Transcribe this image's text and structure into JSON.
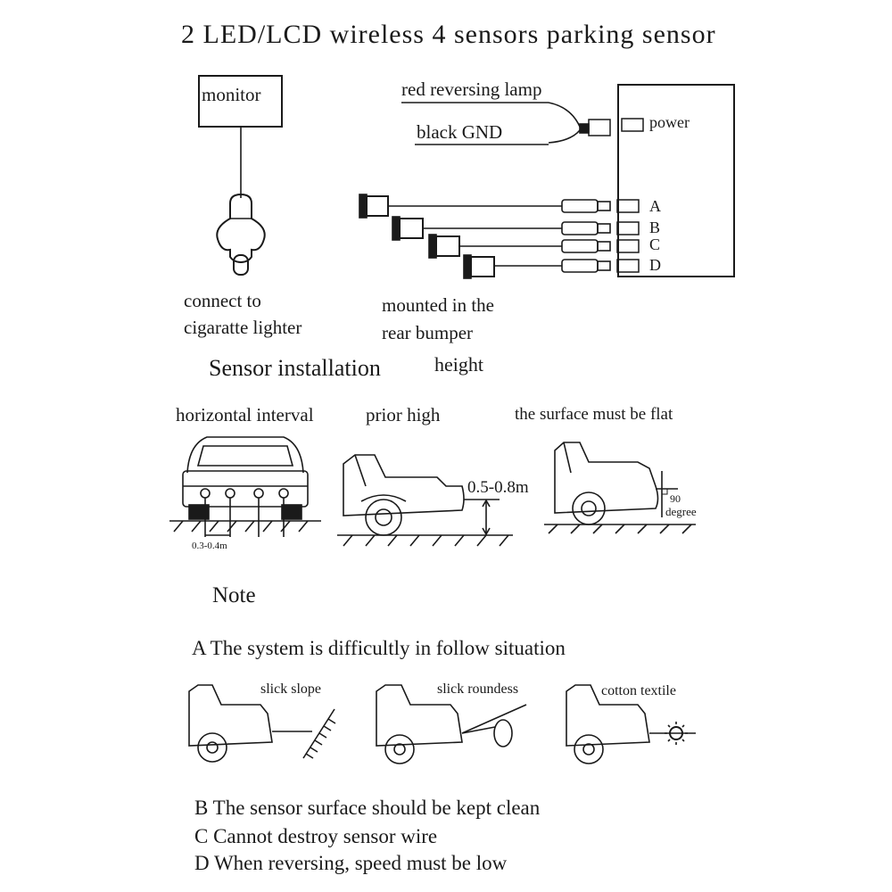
{
  "title": "2 LED/LCD wireless 4 sensors parking sensor",
  "wiring": {
    "monitor_label": "monitor",
    "red_wire": "red  reversing  lamp",
    "black_wire": "black    GND",
    "power_label": "power",
    "ports": [
      "A",
      "B",
      "C",
      "D"
    ],
    "lighter_caption_line1": "connect  to",
    "lighter_caption_line2": "cigaratte lighter",
    "bumper_caption_line1": "mounted   in  the",
    "bumper_caption_line2": "rear  bumper",
    "height_label": "height"
  },
  "installation": {
    "heading": "Sensor installation",
    "panel1_label": "horizontal  interval",
    "panel1_measure": "0.3-0.4m",
    "panel2_label": "prior high",
    "panel2_measure": "0.5-0.8m",
    "panel3_label": "the surface must be flat",
    "panel3_angle": "90",
    "panel3_angle_unit": "degree"
  },
  "note": {
    "heading": "Note",
    "item_a": "A  The  system  is  difficultly  in follow  situation",
    "situations": [
      "slick slope",
      "slick  roundess",
      "cotton textile"
    ],
    "item_b": "B  The sensor  surface should be kept clean",
    "item_c": "C  Cannot destroy sensor wire",
    "item_d": "D  When reversing, speed must be low"
  }
}
